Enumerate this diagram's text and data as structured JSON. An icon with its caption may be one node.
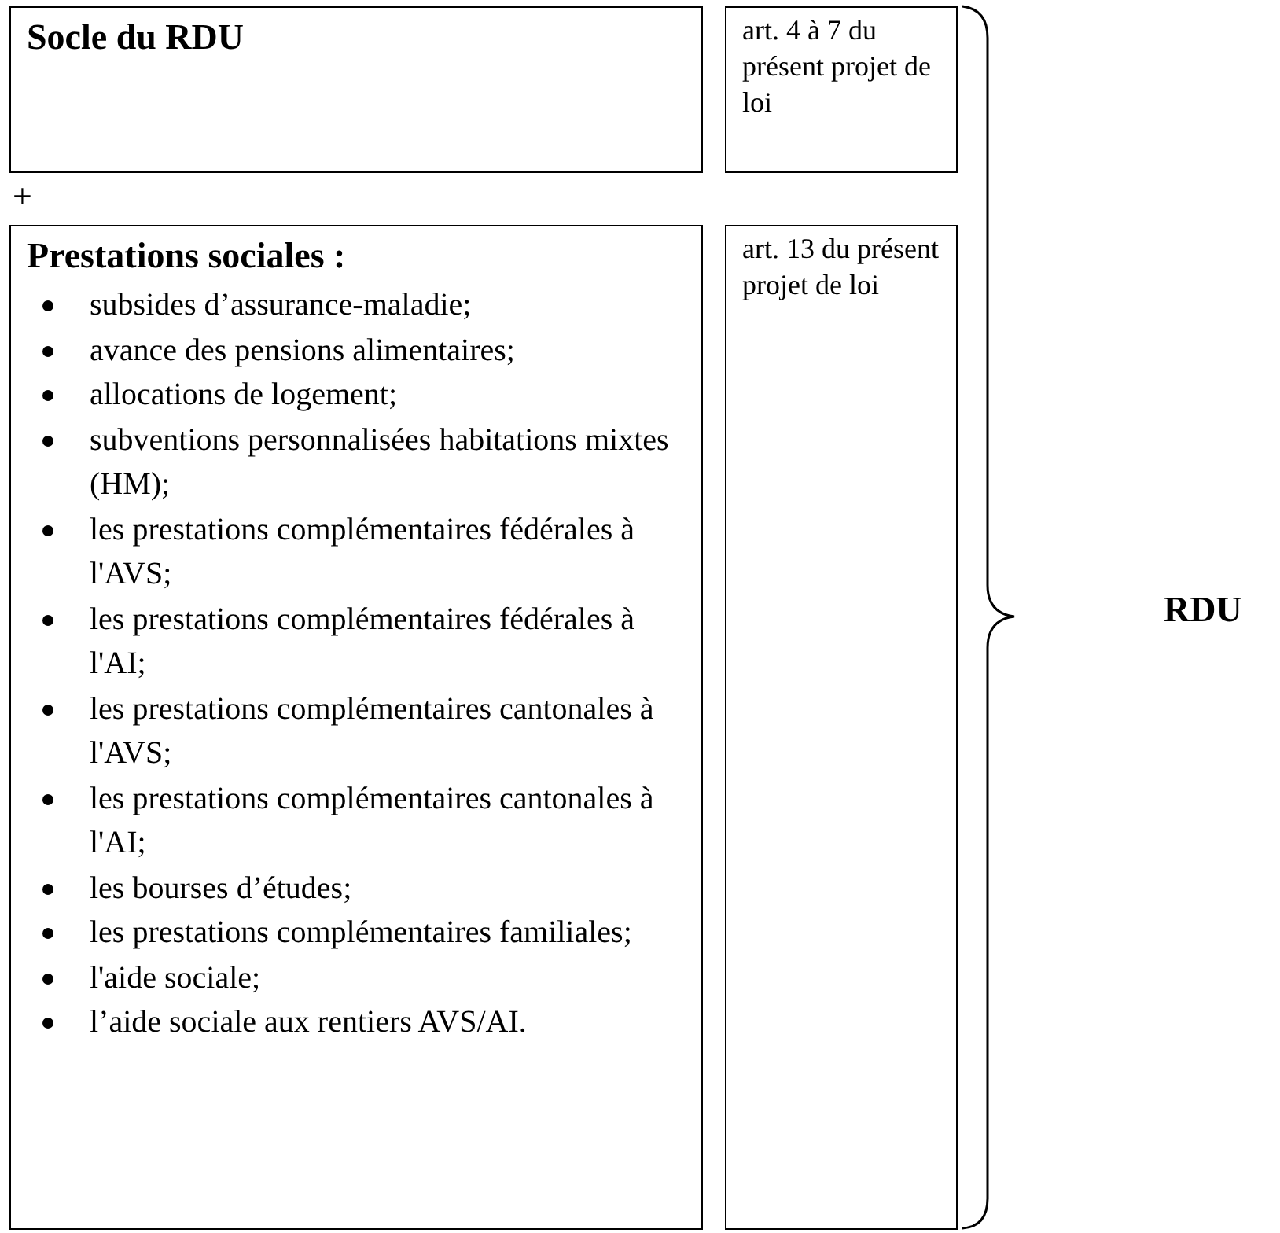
{
  "diagram": {
    "nodes": [
      {
        "text": [
          "Socle du RDU"
        ]
      },
      {
        "text": [
          "art. 4 à 7 du présent projet de loi"
        ]
      },
      {
        "text": [
          "Prestations sociales :",
          "subsides d’assurance-maladie;",
          "avance des pensions alimentaires;",
          "allocations de logement;",
          "subventions personnalisées habitations mixtes (HM);",
          "les prestations complémentaires fédérales à l'AVS;",
          "les prestations complémentaires fédérales à l'AI;",
          "les prestations complémentaires cantonales à l'AVS;",
          "les prestations complémentaires cantonales à l'AI;",
          "les bourses d’études;",
          "les prestations complémentaires familiales;",
          "l'aide sociale;",
          "l’aide sociale aux rentiers AVS/AI."
        ]
      },
      {
        "text": [
          "art. 13 du présent projet de loi"
        ]
      }
    ],
    "edges": [],
    "labels": [
      "+",
      "RDU"
    ]
  }
}
